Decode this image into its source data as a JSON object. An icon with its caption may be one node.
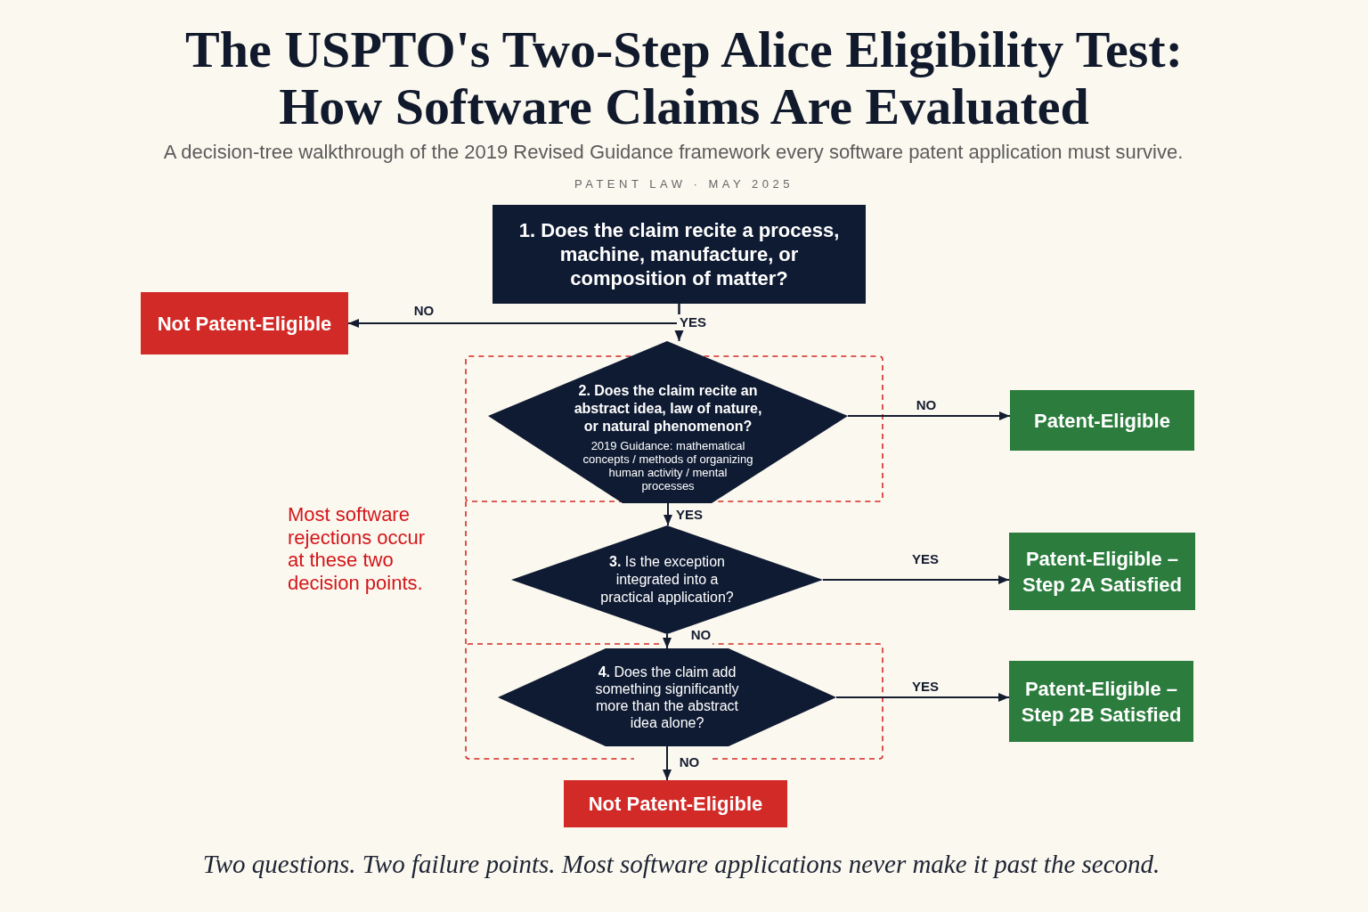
{
  "diagram": {
    "title": "The USPTO's Two-Step Alice Eligibility Test: How Software Claims Are Evaluated",
    "caption": "Two questions. Two failure points. Most software applications never make it past the second.",
    "nodes": [
      {
        "text": [
          "1. Does the claim recite a process, machine, manufacture, or composition of matter?"
        ]
      },
      {
        "text": [
          "Not Patent-Eligible"
        ]
      },
      {
        "text": [
          "**2.** Does the claim recite an abstract idea, law of nature, or natural phenomenon?",
          "2019 Guidance: mathematical concepts / methods of organizing human activity / mental processes"
        ]
      },
      {
        "text": [
          "Patent-Eligible"
        ]
      },
      {
        "text": [
          "**3.** Is the exception integrated into a practical application?"
        ]
      },
      {
        "text": [
          "Patent-Eligible – Step 2A Satisfied"
        ]
      },
      {
        "text": [
          "**4.** Does the claim add something significantly more than the abstract idea alone?"
        ]
      },
      {
        "text": [
          "Patent-Eligible – Step 2B Satisfied"
        ]
      },
      {
        "text": [
          "Not Patent-Eligible"
        ]
      }
    ],
    "edges": [
      {
        "from": 0,
        "to": 1,
        "arrow": "to",
        "label": "NO"
      },
      {
        "from": 0,
        "to": 2,
        "arrow": "to",
        "label": "YES"
      },
      {
        "from": 2,
        "to": 3,
        "arrow": "to",
        "label": "NO"
      },
      {
        "from": 2,
        "to": 4,
        "arrow": "to",
        "label": "YES"
      },
      {
        "from": 4,
        "to": 5,
        "arrow": "to",
        "label": "YES"
      },
      {
        "from": 4,
        "to": 6,
        "arrow": "to",
        "label": "NO"
      },
      {
        "from": 6,
        "to": 7,
        "arrow": "to",
        "label": "YES"
      },
      {
        "from": 6,
        "to": 8,
        "arrow": "to",
        "label": "NO"
      }
    ],
    "labels": [
      "A decision-tree walkthrough of the 2019 Revised Guidance framework every software patent application must survive.",
      "PATENT LAW · MAY 2025",
      "Most software rejections occur at these two decision points."
    ]
  }
}
